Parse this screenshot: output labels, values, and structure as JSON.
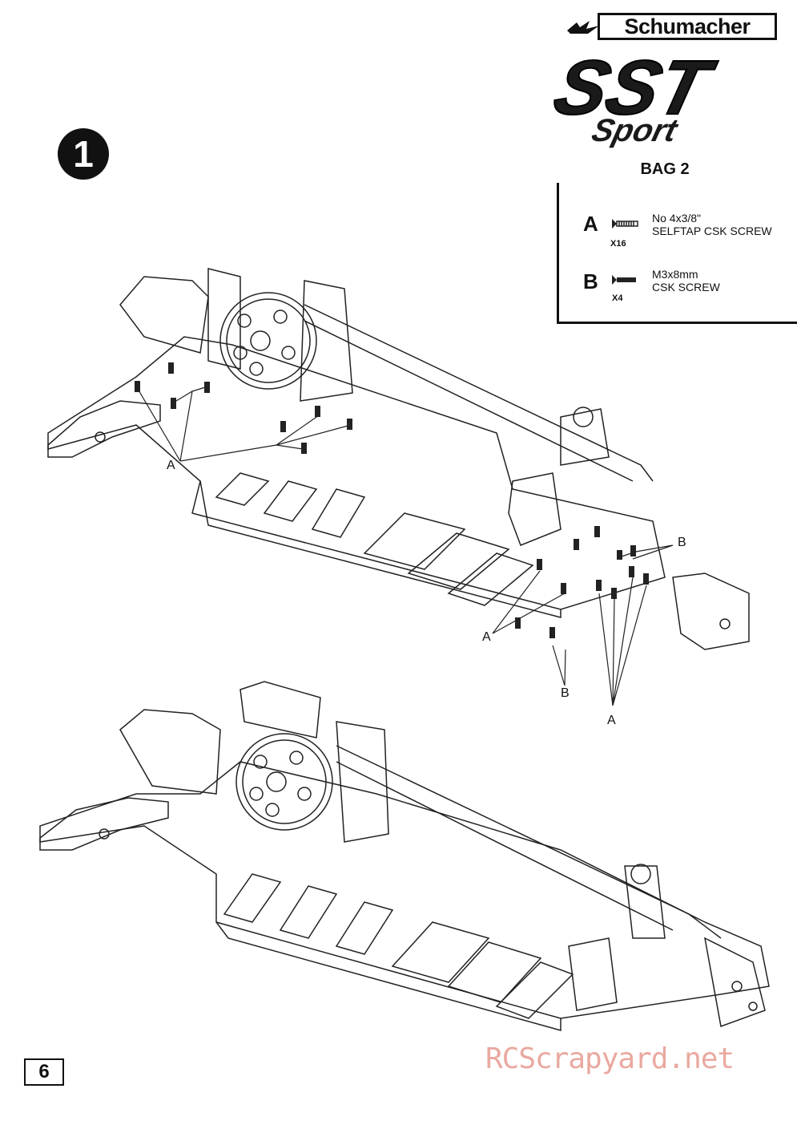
{
  "brand": {
    "name": "Schumacher"
  },
  "product": {
    "line1": "SST",
    "line2": "Sport"
  },
  "step": {
    "number": "1"
  },
  "bag": {
    "title": "BAG 2"
  },
  "parts": [
    {
      "letter": "A",
      "qty": "X16",
      "desc1": "No 4x3/8\"",
      "desc2": "SELFTAP CSK SCREW"
    },
    {
      "letter": "B",
      "qty": "X4",
      "desc1": "M3x8mm",
      "desc2": "CSK SCREW"
    }
  ],
  "callouts": {
    "a_left": "A",
    "b_right": "B",
    "a_lower_left": "A",
    "b_lower": "B",
    "a_lower_right": "A"
  },
  "page": {
    "number": "6"
  },
  "watermark": "RCScrapyard.net"
}
